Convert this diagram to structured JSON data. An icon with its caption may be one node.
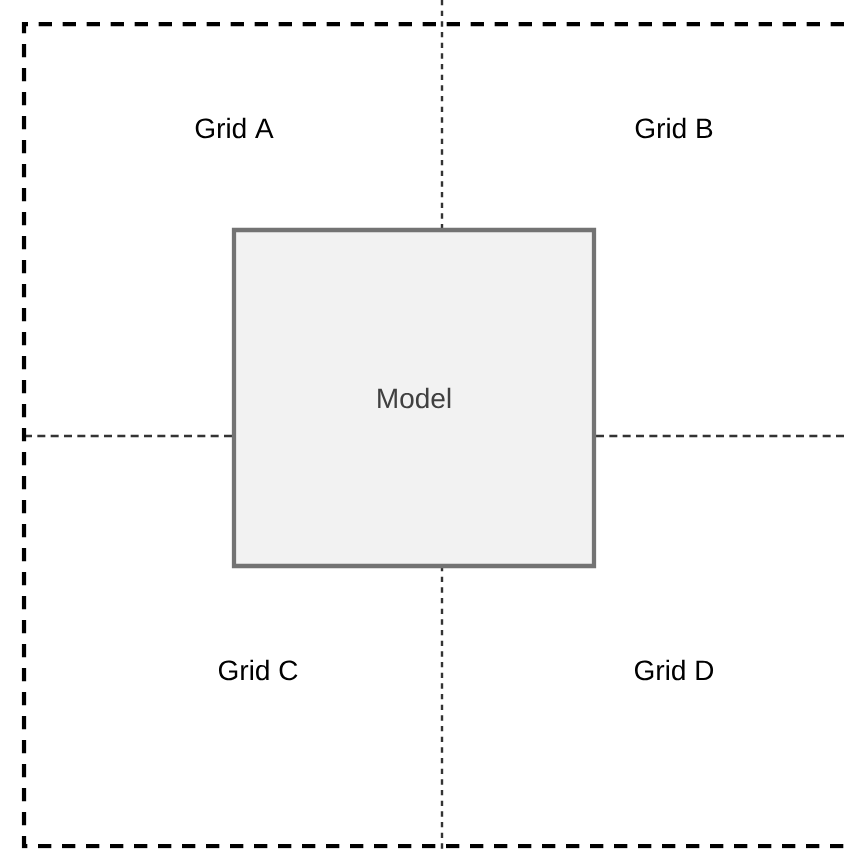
{
  "diagram": {
    "nodes": [
      {
        "text": [
          "Model"
        ]
      }
    ],
    "labels": [
      "Grid A",
      "Grid B",
      "Grid C",
      "Grid D"
    ]
  }
}
